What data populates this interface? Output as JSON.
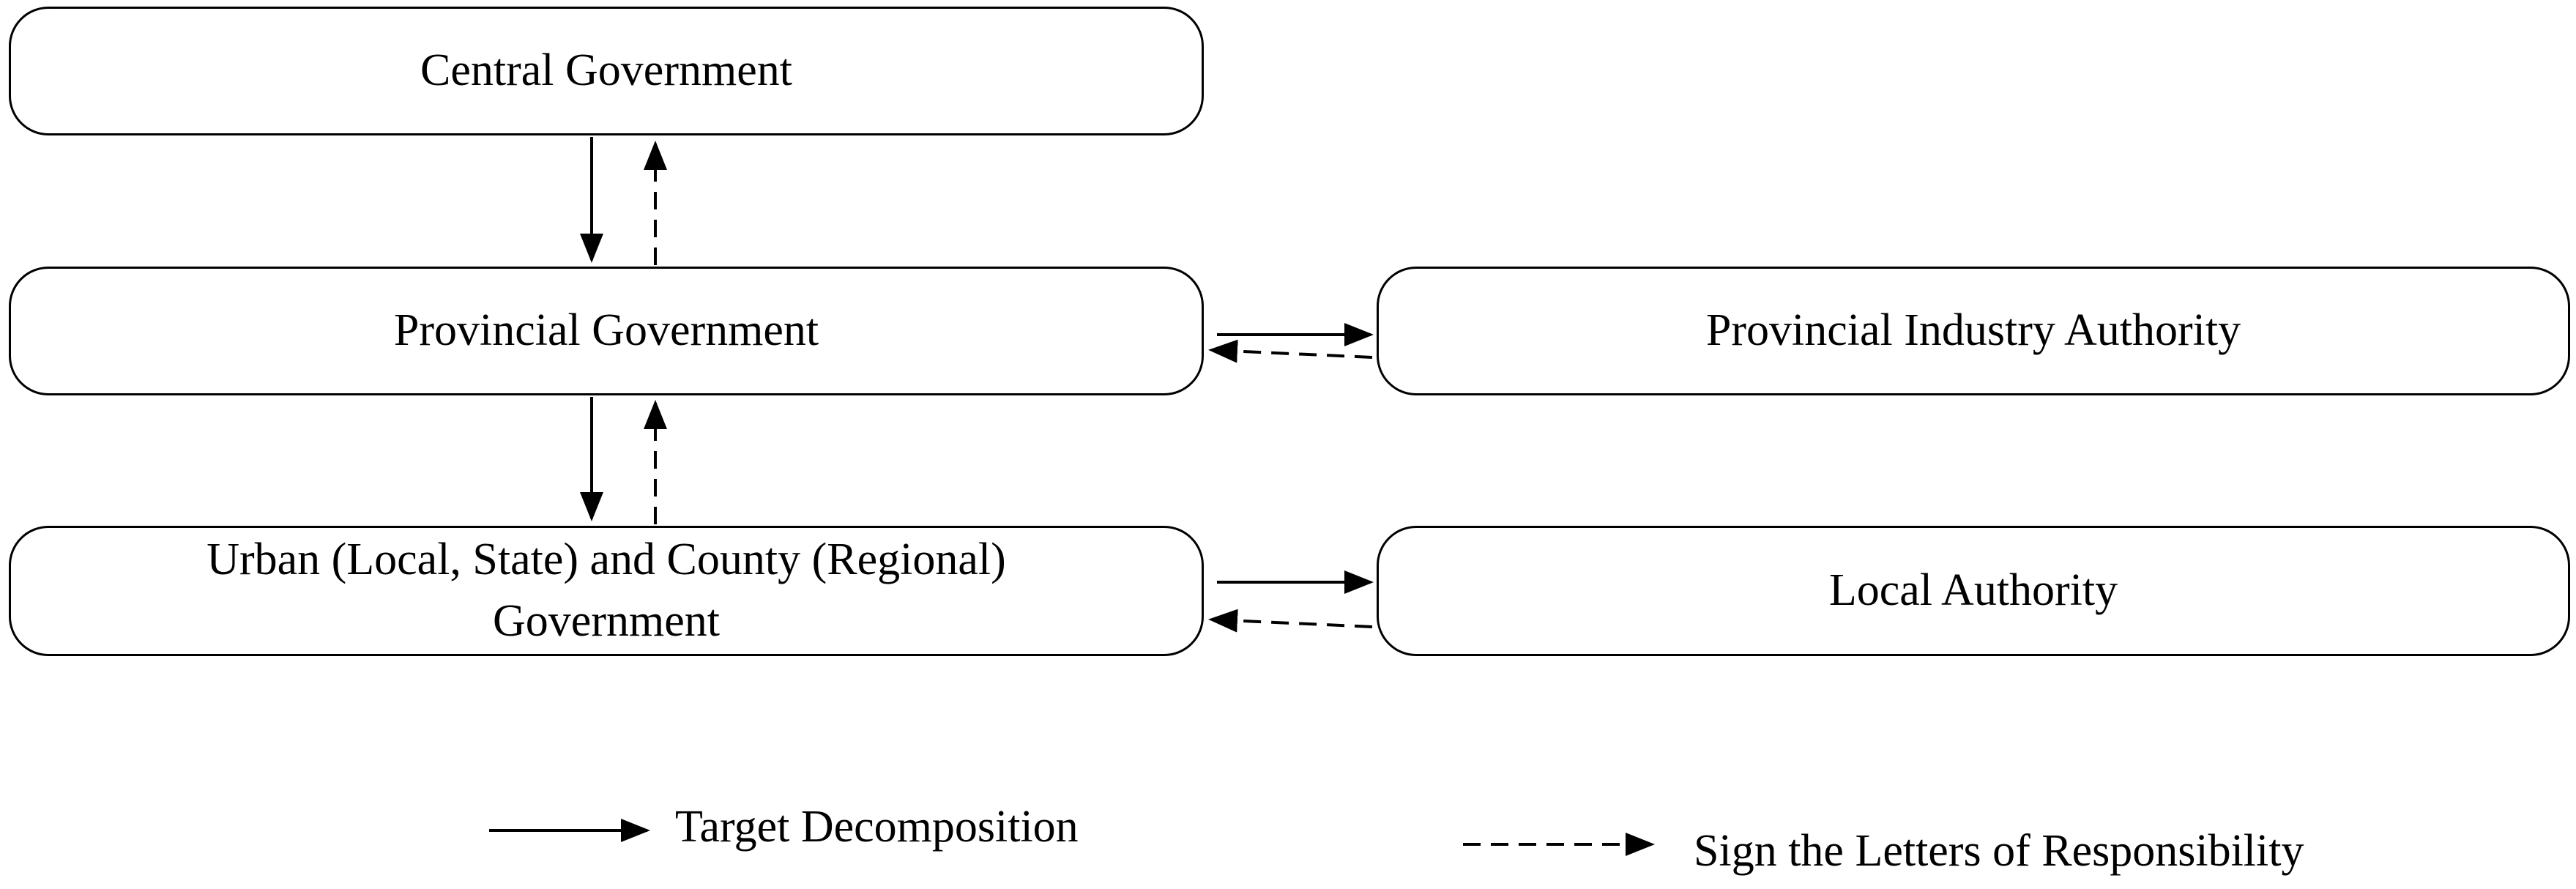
{
  "nodes": {
    "central": "Central Government",
    "provincial": "Provincial Government",
    "urban": "Urban (Local, State) and County (Regional)\nGovernment",
    "provincial_industry": "Provincial Industry Authority",
    "local": "Local Authority"
  },
  "legend": {
    "solid": "Target Decomposition",
    "dashed": "Sign the Letters of Responsibility"
  },
  "edges": [
    {
      "from": "central",
      "to": "provincial",
      "style": "solid"
    },
    {
      "from": "provincial",
      "to": "central",
      "style": "dashed"
    },
    {
      "from": "provincial",
      "to": "urban",
      "style": "solid"
    },
    {
      "from": "urban",
      "to": "provincial",
      "style": "dashed"
    },
    {
      "from": "provincial",
      "to": "provincial_industry",
      "style": "solid"
    },
    {
      "from": "provincial_industry",
      "to": "provincial",
      "style": "dashed"
    },
    {
      "from": "urban",
      "to": "local",
      "style": "solid"
    },
    {
      "from": "local",
      "to": "urban",
      "style": "dashed"
    }
  ],
  "colors": {
    "stroke": "#000000",
    "background": "#ffffff"
  }
}
